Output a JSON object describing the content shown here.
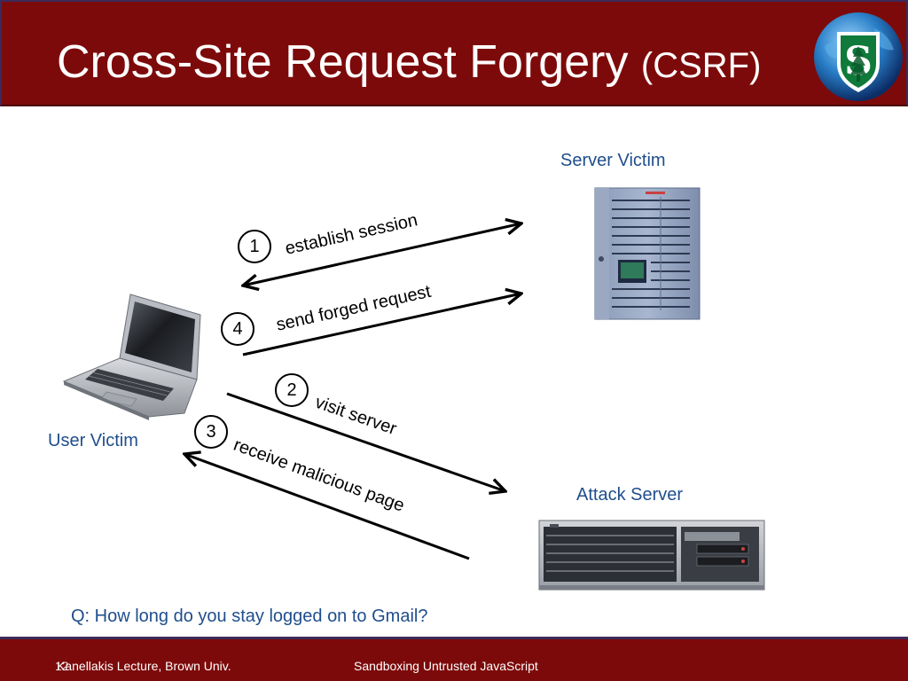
{
  "slide": {
    "title_main": "Cross-Site Request Forgery",
    "title_abbr": "(CSRF)",
    "question": "Q: How long do you stay logged on to Gmail?"
  },
  "labels": {
    "server_victim": "Server Victim",
    "user_victim": "User Victim",
    "attack_server": "Attack Server"
  },
  "steps": [
    {
      "number": "1",
      "label": "establish session"
    },
    {
      "number": "4",
      "label": "send forged request"
    },
    {
      "number": "2",
      "label": "visit server"
    },
    {
      "number": "3",
      "label": "receive malicious page"
    }
  ],
  "footer": {
    "slide_number": "12",
    "left": "Kanellakis Lecture, Brown Univ.",
    "center": "Sandboxing Untrusted JavaScript"
  },
  "colors": {
    "header_bg": "#7d0a0a",
    "label_blue": "#1f4e8c",
    "logo_green": "#0f7a3a"
  },
  "icons": [
    "stanford-logo-icon",
    "laptop-icon",
    "tower-server-icon",
    "rack-server-icon"
  ]
}
